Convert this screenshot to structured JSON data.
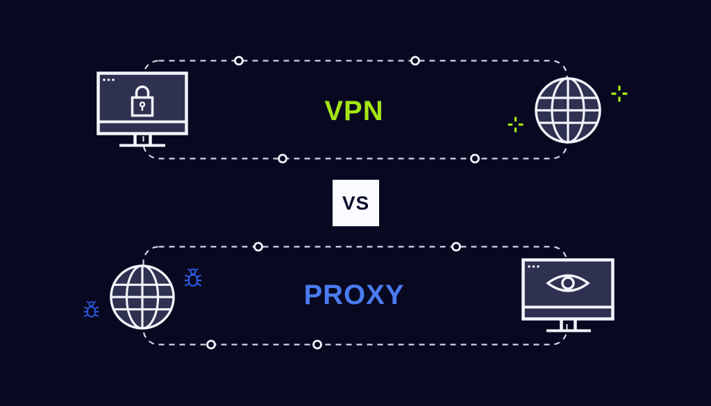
{
  "scene": {
    "vs_label": "VS",
    "top": {
      "label": "VPN",
      "left_icon": "monitor-lock-icon",
      "right_icon": "globe-icon",
      "decorations": [
        "sparkle-plus-icon",
        "sparkle-plus-icon"
      ]
    },
    "bottom": {
      "label": "PROXY",
      "left_icon": "globe-icon",
      "right_icon": "monitor-eye-icon",
      "decorations": [
        "bug-icon",
        "bug-icon"
      ]
    },
    "colors": {
      "background": "#080821",
      "panel_fill": "#2E3150",
      "icon_white": "#F3F5FC",
      "line_white": "#D4D8E4",
      "vpn_green": "#A5E514",
      "proxy_blue": "#4A7CF0",
      "bug_blue": "#2E5CE6",
      "vs_box_bg": "#FAFBFF",
      "vs_text": "#0D0D2B"
    }
  }
}
